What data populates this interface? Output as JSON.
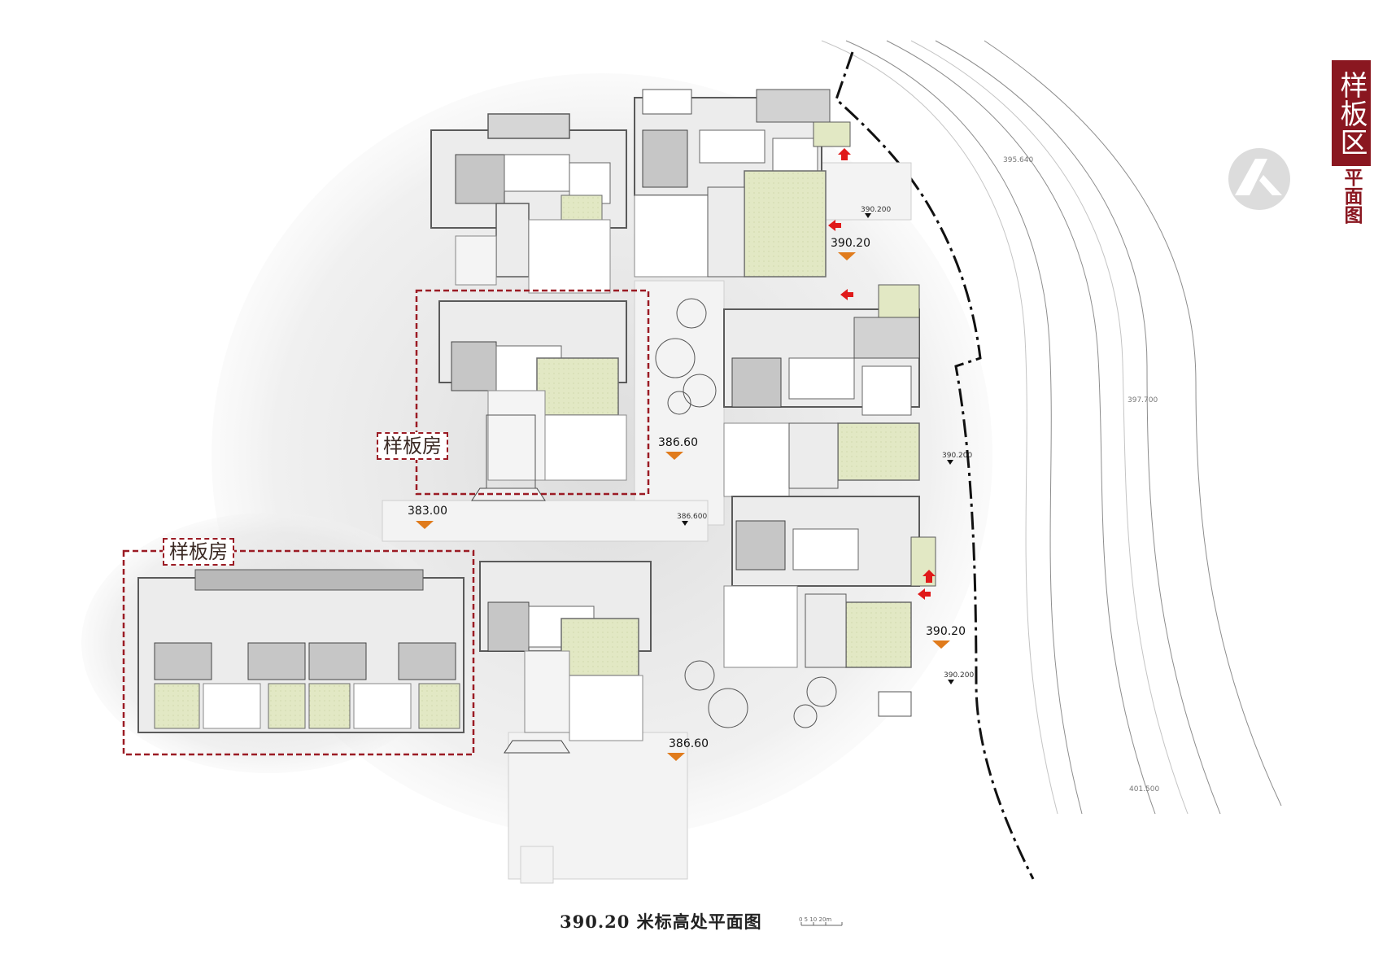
{
  "badge": {
    "main": "样板区",
    "sub": "平面图",
    "accent": "#8a1720"
  },
  "caption": "390.20 米标高处平面图",
  "sample_labels": [
    "样板房",
    "样板房"
  ],
  "elevations": {
    "e1": "390.20",
    "e2": "386.60",
    "e3": "383.00",
    "e4": "386.60",
    "e5": "390.20"
  },
  "small_elevations": {
    "s1": "390.200",
    "s2": "390.200",
    "s3": "386.600",
    "s4": "390.200"
  },
  "contour_labels": {
    "c1": "395.640",
    "c2": "397.700",
    "c3": "401.500"
  },
  "scale_bar": {
    "label": "0   5   10   20m"
  },
  "colors": {
    "garden": "#e2e8c4",
    "room": "#ececec",
    "wall": "#5a5a5a",
    "core": "#b9b9b9",
    "boundary": "#111111",
    "marker": "#e07b1c",
    "arrow": "#e01a1a",
    "dash": "#9b1b24"
  }
}
